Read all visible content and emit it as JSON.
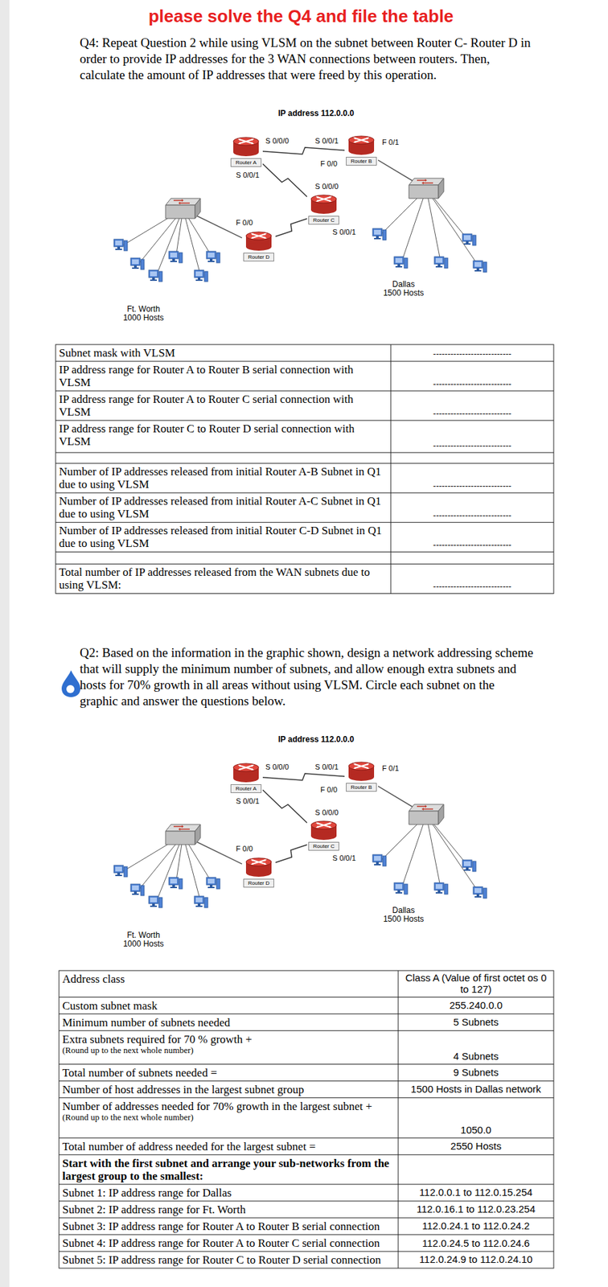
{
  "diagram": {
    "title": "please solve the Q4 and file the table",
    "nodes": [
      {
        "text": [
          "Router A"
        ]
      },
      {
        "text": [
          "Router B"
        ]
      },
      {
        "text": [
          "Router C"
        ]
      },
      {
        "text": [
          "Router D"
        ]
      },
      {
        "text": [
          "Router A"
        ]
      },
      {
        "text": [
          "Router B"
        ]
      },
      {
        "text": [
          "Router C"
        ]
      },
      {
        "text": [
          "Router D"
        ]
      }
    ],
    "edges": [
      {
        "from": 0,
        "to": 1,
        "arrow": "none"
      },
      {
        "from": 0,
        "to": 2,
        "arrow": "none"
      },
      {
        "from": 2,
        "to": 3,
        "arrow": "none"
      },
      {
        "from": 4,
        "to": 5,
        "arrow": "none"
      },
      {
        "from": 4,
        "to": 6,
        "arrow": "none"
      },
      {
        "from": 6,
        "to": 7,
        "arrow": "none"
      }
    ],
    "labels": [
      "Q4: Repeat Question 2 while using VLSM on the subnet between Router C- Router D in order to provide IP addresses for the 3 WAN connections between routers. Then, calculate the amount of IP addresses that were freed by this operation.",
      "IP address 112.0.0.0",
      "S 0/0/0",
      "S 0/0/1",
      "F 0/1",
      "F 0/0",
      "S 0/0/1",
      "S 0/0/0",
      "F 0/0",
      "S 0/0/1",
      "Dallas 1500 Hosts",
      "Ft. Worth 1000 Hosts",
      "Subnet mask with VLSM",
      "IP address range for Router A to Router B serial connection with VLSM",
      "IP address range for Router A to Router C serial connection with VLSM",
      "IP address range for Router C to Router D serial connection with VLSM",
      "Number of IP addresses released from initial Router A-B Subnet in Q1 due to using VLSM",
      "Number of IP addresses released from initial Router A-C Subnet in Q1 due to using VLSM",
      "Number of IP addresses released from initial Router C-D Subnet in Q1 due to using VLSM",
      "Total number of IP addresses released from the WAN subnets due to using VLSM:",
      "---------------------------",
      "---------------------------",
      "---------------------------",
      "---------------------------",
      "---------------------------",
      "---------------------------",
      "---------------------------",
      "---------------------------",
      "Q2: Based on the information in the graphic shown, design a network addressing scheme that will supply the minimum number of subnets, and allow enough extra subnets and hosts for 70% growth in all areas without using VLSM. Circle each subnet on the graphic and answer the questions below.",
      "IP address 112.0.0.0",
      "S 0/0/0",
      "S 0/0/1",
      "F 0/1",
      "F 0/0",
      "S 0/0/1",
      "S 0/0/0",
      "F 0/0",
      "S 0/0/1",
      "Dallas 1500 Hosts",
      "Ft. Worth 1000 Hosts",
      "Address class",
      "Custom subnet mask",
      "Minimum number of subnets needed",
      "Extra subnets required for 70 % growth +",
      "(Round up to the next whole number)",
      "Total number of subnets needed =",
      "Number of host addresses in the largest subnet group",
      "Number of addresses needed for 70% growth in the largest subnet +",
      "(Round up to the next whole number)",
      "Total number of address needed for the largest subnet =",
      "Start with the first subnet and arrange your sub-networks from the largest group to the smallest:",
      "Subnet 1: IP address range for Dallas",
      "Subnet 2: IP address range for Ft. Worth",
      "Subnet 3: IP address range for Router A to Router B serial connection",
      "Subnet 4: IP address range for Router A to Router C serial connection",
      "Subnet 5: IP address range for Router C to Router D serial connection",
      "Class A (Value of first octet os 0 to 127)",
      "255.240.0.0",
      "5 Subnets",
      "4 Subnets",
      "9 Subnets",
      "1500 Hosts in Dallas network",
      "1050.0",
      "2550 Hosts",
      "112.0.0.1 to 112.0.15.254",
      "112.0.16.1 to 112.0.23.254",
      "112.0.24.1 to 112.0.24.2",
      "112.0.24.5 to 112.0.24.6",
      "112.0.24.9 to 112.0.24.10"
    ]
  }
}
